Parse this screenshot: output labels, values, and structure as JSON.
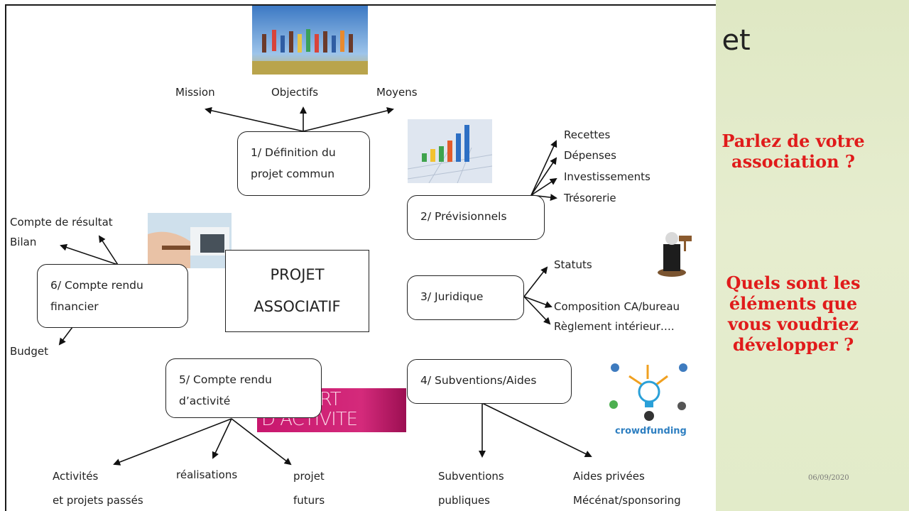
{
  "slide": {
    "title_fragment": "el et",
    "questions": [
      "Parlez de votre association ?",
      "Quels sont les éléments que vous voudriez développer ?"
    ],
    "date": "06/09/2020"
  },
  "diagram": {
    "center": "PROJET\nASSOCIATIF",
    "nodes": {
      "definition": "1/ Définition du\nprojet commun",
      "previsionnels": "2/ Prévisionnels",
      "juridique": "3/ Juridique",
      "subventions": "4/ Subventions/Aides",
      "compte_activite": "5/ Compte rendu\nd’activité",
      "compte_financier": "6/ Compte rendu\nfinancier"
    },
    "leaves": {
      "definition": [
        "Mission",
        "Objectifs",
        "Moyens"
      ],
      "previsionnels": [
        "Recettes",
        "Dépenses",
        "Investissements",
        "Trésorerie"
      ],
      "juridique": [
        "Statuts",
        "Composition CA/bureau",
        "Règlement intérieur…."
      ],
      "subventions": [
        "Subventions\npubliques",
        "Aides privées\nMécénat/sponsoring"
      ],
      "compte_activite": [
        "Activités\net projets passés",
        "réalisations",
        "projet\nfuturs"
      ],
      "compte_financier": [
        "Compte de résultat",
        "Bilan",
        "Budget"
      ]
    },
    "images": {
      "rapport": "RAPPORT\nD’ACTIVITE",
      "crowdfunding": "crowdfunding"
    }
  }
}
